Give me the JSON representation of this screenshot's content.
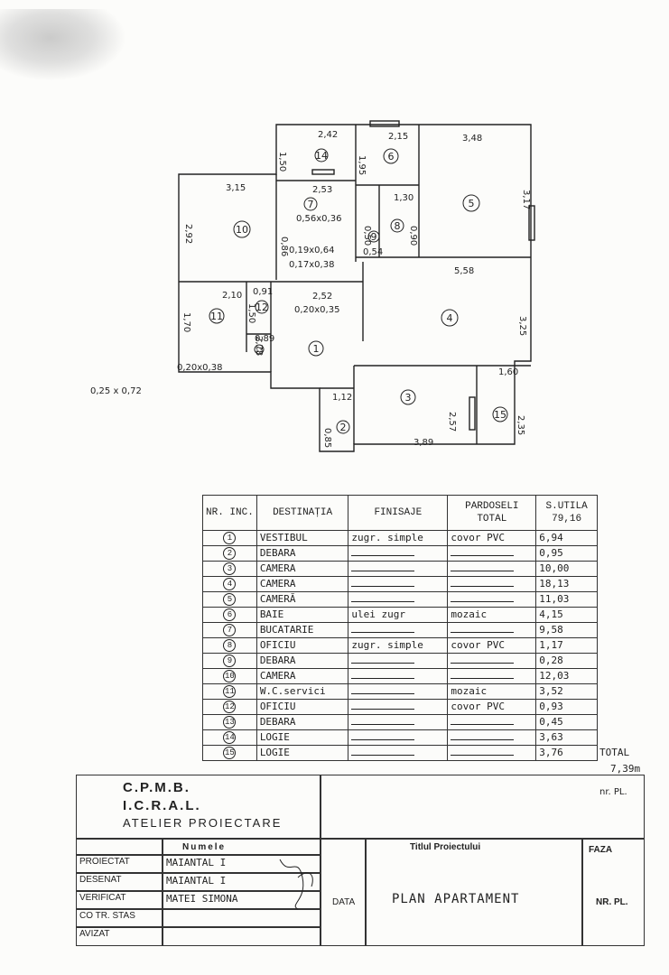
{
  "plan": {
    "dims": [
      "2,42",
      "2,15",
      "3,48",
      "1,50",
      "1,95",
      "2,53",
      "1,30",
      "3,15",
      "3,17",
      "0,56x0,36",
      "0,19x0,64",
      "0,17x0,38",
      "2,92",
      "0,50",
      "0,54",
      "0,90",
      "0,86",
      "5,58",
      "2,10",
      "0,91",
      "2,52",
      "0,20x0,35",
      "1,70",
      "1,50",
      "3,25",
      "0,89",
      "2,78",
      "0,20x0,38",
      "0,25 x 0,72",
      "1,60",
      "1,12",
      "2,57",
      "2,35",
      "0,85",
      "3,89"
    ],
    "rooms": [
      "1",
      "2",
      "3",
      "4",
      "5",
      "6",
      "7",
      "8",
      "9",
      "10",
      "11",
      "12",
      "13",
      "14",
      "15"
    ]
  },
  "table": {
    "headers": {
      "nr": "NR. INC.",
      "dest": "DESTINAȚIA",
      "finisaje": "FINISAJE",
      "pardoseli": "PARDOSELI",
      "sutila": "S.UTILA"
    },
    "total_label": "TOTAL",
    "total_value": "79,16",
    "rows": [
      {
        "nr": "1",
        "dest": "VESTIBUL",
        "fin": "zugr. simple",
        "pard": "covor PVC",
        "s": "6,94"
      },
      {
        "nr": "2",
        "dest": "DEBARA",
        "fin": "",
        "pard": "",
        "s": "0,95"
      },
      {
        "nr": "3",
        "dest": "CAMERA",
        "fin": "",
        "pard": "",
        "s": "10,00"
      },
      {
        "nr": "4",
        "dest": "CAMERA",
        "fin": "",
        "pard": "",
        "s": "18,13"
      },
      {
        "nr": "5",
        "dest": "CAMERĂ",
        "fin": "",
        "pard": "",
        "s": "11,03"
      },
      {
        "nr": "6",
        "dest": "BAIE",
        "fin": "ulei zugr",
        "pard": "mozaic",
        "s": "4,15"
      },
      {
        "nr": "7",
        "dest": "BUCATARIE",
        "fin": "",
        "pard": "",
        "s": "9,58"
      },
      {
        "nr": "8",
        "dest": "OFICIU",
        "fin": "zugr. simple",
        "pard": "covor PVC",
        "s": "1,17"
      },
      {
        "nr": "9",
        "dest": "DEBARA",
        "fin": "",
        "pard": "",
        "s": "0,28"
      },
      {
        "nr": "10",
        "dest": "CAMERA",
        "fin": "",
        "pard": "",
        "s": "12,03"
      },
      {
        "nr": "11",
        "dest": "W.C.servici",
        "fin": "",
        "pard": "mozaic",
        "s": "3,52"
      },
      {
        "nr": "12",
        "dest": "OFICIU",
        "fin": "",
        "pard": "covor PVC",
        "s": "0,93"
      },
      {
        "nr": "13",
        "dest": "DEBARA",
        "fin": "",
        "pard": "",
        "s": "0,45"
      },
      {
        "nr": "14",
        "dest": "LOGIE",
        "fin": "",
        "pard": "",
        "s": "3,63"
      },
      {
        "nr": "15",
        "dest": "LOGIE",
        "fin": "",
        "pard": "",
        "s": "3,76"
      }
    ],
    "side_total_label": "TOTAL",
    "side_total_value": "7,39m"
  },
  "stamp": {
    "org1": "C.P.M.B.",
    "org2": "I.C.R.A.L.",
    "org3": "ATELIER  PROIECTARE",
    "names_header": "Numele",
    "rows": [
      {
        "role": "PROIECTAT",
        "name": "MAIANTAL I"
      },
      {
        "role": "DESENAT",
        "name": "MAIANTAL I"
      },
      {
        "role": "VERIFICAT",
        "name": "MATEI SIMONA"
      },
      {
        "role": "CO TR. STAS",
        "name": ""
      },
      {
        "role": "AVIZAT",
        "name": ""
      }
    ],
    "titlu_label": "Titlul Proiectului",
    "titlu": "PLAN  APARTAMENT",
    "data_label": "DATA",
    "faza_label": "FAZA",
    "nr_pl_label": "NR. PL.",
    "nr_pl_top": "nr. PL."
  }
}
